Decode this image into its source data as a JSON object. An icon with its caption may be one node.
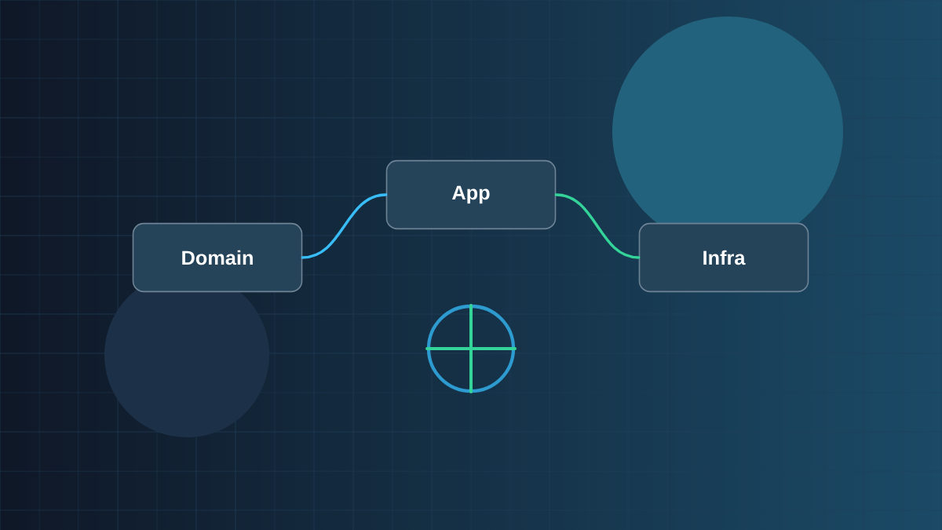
{
  "diagram": {
    "nodes": [
      {
        "text": [
          "Domain"
        ]
      },
      {
        "text": [
          "App"
        ]
      },
      {
        "text": [
          "Infra"
        ]
      }
    ],
    "edges": [
      {
        "from": 0,
        "to": 1,
        "arrow": "none",
        "color": "#38bdf8"
      },
      {
        "from": 1,
        "to": 2,
        "arrow": "none",
        "color": "#34d399"
      }
    ]
  }
}
